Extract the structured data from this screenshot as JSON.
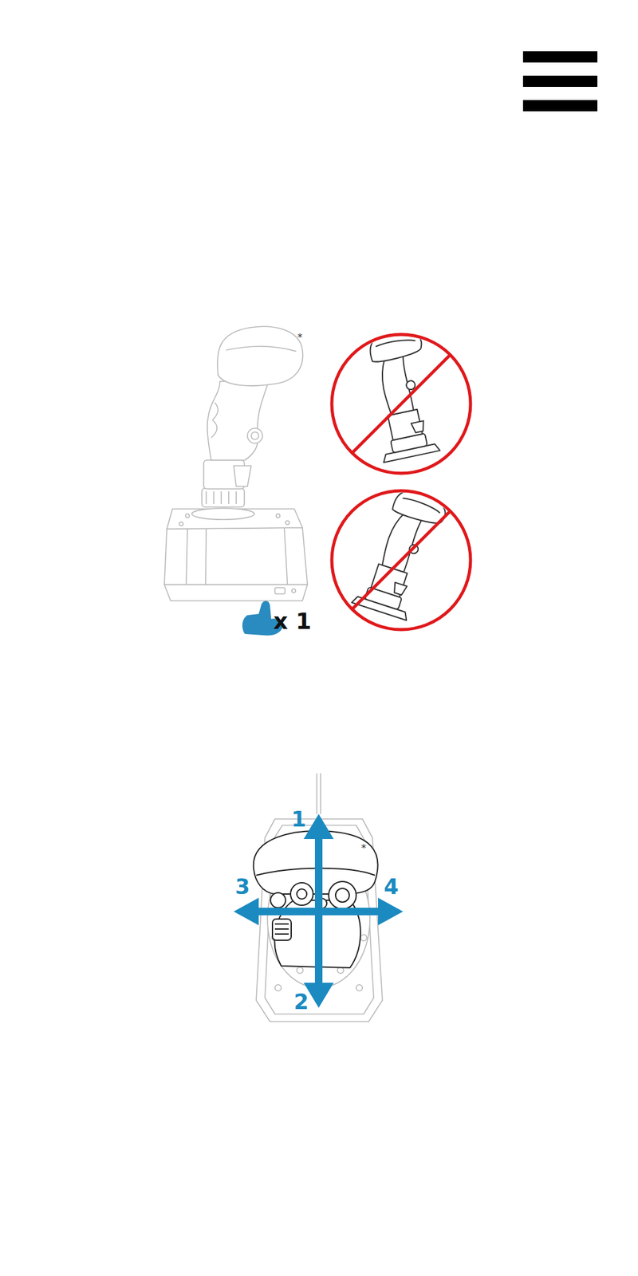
{
  "diagram": {
    "labels": [
      "*",
      "x 1",
      "*",
      "1",
      "3",
      "4",
      "2"
    ]
  }
}
